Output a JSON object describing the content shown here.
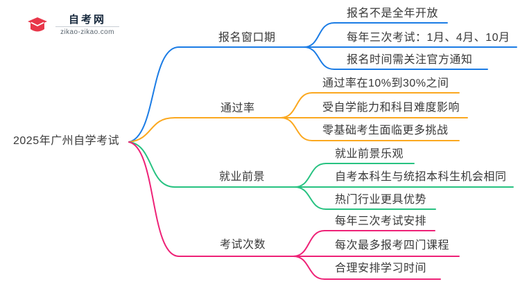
{
  "logo": {
    "title": "自考网",
    "domain": "zikao-zikao.com"
  },
  "root": {
    "label": "2025年广州自学考试"
  },
  "colors": {
    "blue": "#1b7ce5",
    "orange": "#fba81f",
    "green": "#27c281",
    "pink": "#ee2277",
    "text": "#383838"
  },
  "branches": [
    {
      "label": "报名窗口期",
      "color": "#1b7ce5",
      "children": [
        {
          "label": "报名不是全年开放"
        },
        {
          "label": "每年三次考试：1月、4月、10月"
        },
        {
          "label": "报名时间需关注官方通知"
        }
      ]
    },
    {
      "label": "通过率",
      "color": "#fba81f",
      "children": [
        {
          "label": "通过率在10%到30%之间"
        },
        {
          "label": "受自学能力和科目难度影响"
        },
        {
          "label": "零基础考生面临更多挑战"
        }
      ]
    },
    {
      "label": "就业前景",
      "color": "#27c281",
      "children": [
        {
          "label": "就业前景乐观"
        },
        {
          "label": "自考本科生与统招本科生机会相同"
        },
        {
          "label": "热门行业更具优势"
        }
      ]
    },
    {
      "label": "考试次数",
      "color": "#ee2277",
      "children": [
        {
          "label": "每年三次考试安排"
        },
        {
          "label": "每次最多报考四门课程"
        },
        {
          "label": "合理安排学习时间"
        }
      ]
    }
  ]
}
